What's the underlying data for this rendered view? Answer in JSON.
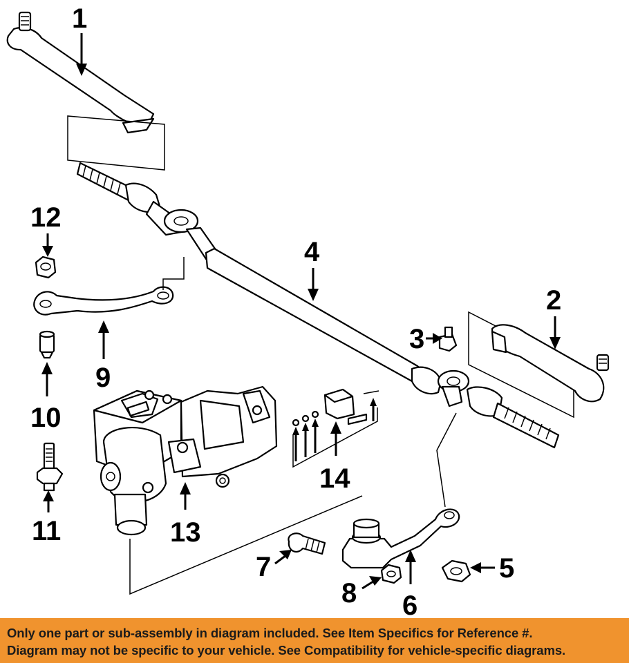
{
  "callouts": {
    "c1": "1",
    "c2": "2",
    "c3": "3",
    "c4": "4",
    "c5": "5",
    "c6": "6",
    "c7": "7",
    "c8": "8",
    "c9": "9",
    "c10": "10",
    "c11": "11",
    "c12": "12",
    "c13": "13",
    "c14": "14"
  },
  "footer": {
    "line1": "Only one part or sub-assembly in diagram included. See Item Specifics for Reference #.",
    "line2": "Diagram may not be specific to your vehicle. See Compatibility for vehicle-specific diagrams."
  },
  "colors": {
    "footer_background": "#f0932e",
    "footer_text": "#1b1b1b"
  }
}
